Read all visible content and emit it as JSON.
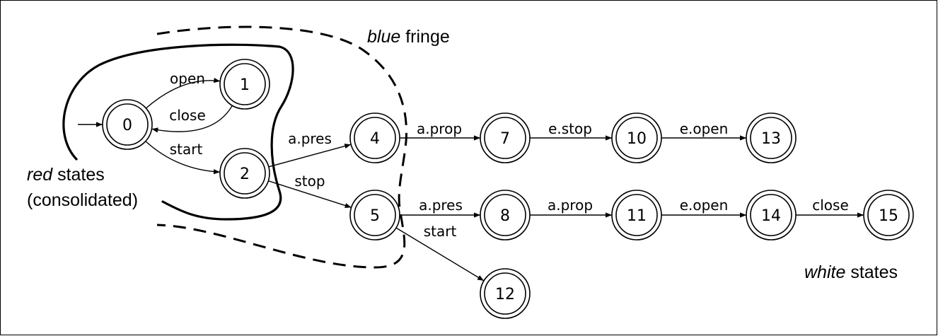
{
  "states": [
    {
      "id": "s0",
      "label": "0"
    },
    {
      "id": "s1",
      "label": "1"
    },
    {
      "id": "s2",
      "label": "2"
    },
    {
      "id": "s4",
      "label": "4"
    },
    {
      "id": "s5",
      "label": "5"
    },
    {
      "id": "s7",
      "label": "7"
    },
    {
      "id": "s8",
      "label": "8"
    },
    {
      "id": "s10",
      "label": "10"
    },
    {
      "id": "s11",
      "label": "11"
    },
    {
      "id": "s12",
      "label": "12"
    },
    {
      "id": "s13",
      "label": "13"
    },
    {
      "id": "s14",
      "label": "14"
    },
    {
      "id": "s15",
      "label": "15"
    }
  ],
  "initial_state": "0",
  "transitions": [
    {
      "from": "0",
      "to": "1",
      "label": "open"
    },
    {
      "from": "1",
      "to": "0",
      "label": "close"
    },
    {
      "from": "0",
      "to": "2",
      "label": "start"
    },
    {
      "from": "2",
      "to": "4",
      "label": "a.pres"
    },
    {
      "from": "2",
      "to": "5",
      "label": "stop"
    },
    {
      "from": "4",
      "to": "7",
      "label": "a.prop"
    },
    {
      "from": "7",
      "to": "10",
      "label": "e.stop"
    },
    {
      "from": "10",
      "to": "13",
      "label": "e.open"
    },
    {
      "from": "5",
      "to": "8",
      "label": "a.pres"
    },
    {
      "from": "8",
      "to": "11",
      "label": "a.prop"
    },
    {
      "from": "11",
      "to": "14",
      "label": "e.open"
    },
    {
      "from": "14",
      "to": "15",
      "label": "close"
    },
    {
      "from": "5",
      "to": "12",
      "label": "start"
    }
  ],
  "annotations": {
    "red": {
      "em": "red",
      "rest": " states",
      "line2": "(consolidated)"
    },
    "blue": {
      "em": "blue",
      "rest": " fringe"
    },
    "white": {
      "em": "white",
      "rest": " states"
    }
  }
}
